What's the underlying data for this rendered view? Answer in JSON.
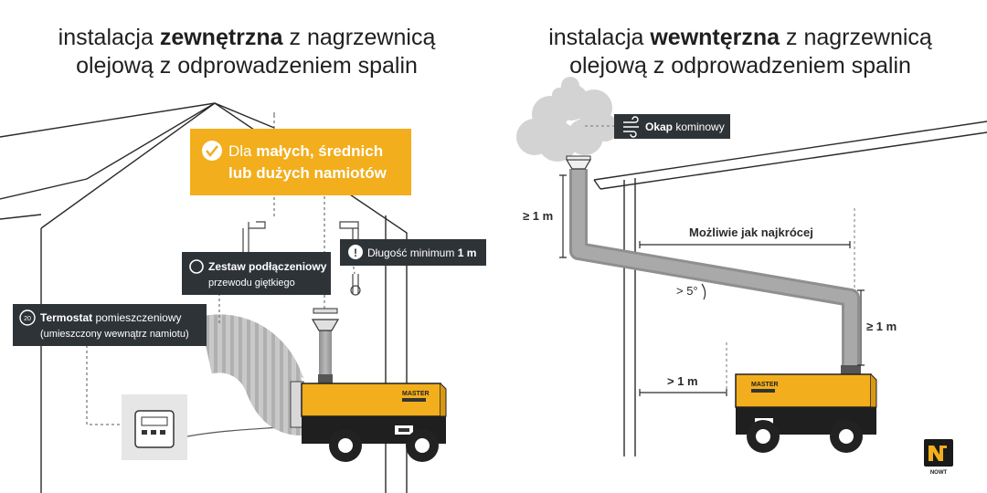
{
  "left": {
    "title_pre": "instalacja ",
    "title_bold": "zewnętrzna",
    "title_post": " z nagrzewnicą",
    "title_line2": "olejową z odprowadzeniem spalin",
    "tent_callout": {
      "part1": "Dla ",
      "part2": "małych, średnich",
      "line2": "lub dużych namiotów"
    },
    "length_callout": {
      "text": "Długość minimum ",
      "bold": "1 m"
    },
    "kit_callout": {
      "bold": "Zestaw podłączeniowy",
      "line2": "przewodu giętkiego"
    },
    "thermostat_callout": {
      "bold": "Termostat",
      "rest": " pomieszczeniowy",
      "line2": "(umieszczony wewnątrz namiotu)",
      "icon_text": "20"
    },
    "heater_brand": "MASTER"
  },
  "right": {
    "title_pre": "instalacja ",
    "title_bold": "wewntęrzna",
    "title_post": " z nagrzewnicą",
    "title_line2": "olejową z odprowadzeniem spalin",
    "hood_callout": {
      "bold": "Okap",
      "rest": " kominowy"
    },
    "dim_shortest": "Możliwie jak najkrócej",
    "dim_top_vertical": "≥ 1 m",
    "dim_right_vertical": "≥ 1 m",
    "dim_horizontal": "> 1 m",
    "angle": "> 5°",
    "heater_brand": "MASTER"
  },
  "logo_text": "NOWT",
  "colors": {
    "accent": "#f2ae1c",
    "dark": "#2e3338",
    "line": "#2a2a2a",
    "pipe": "#9c9c9c",
    "smoke": "#d0d0d0"
  }
}
